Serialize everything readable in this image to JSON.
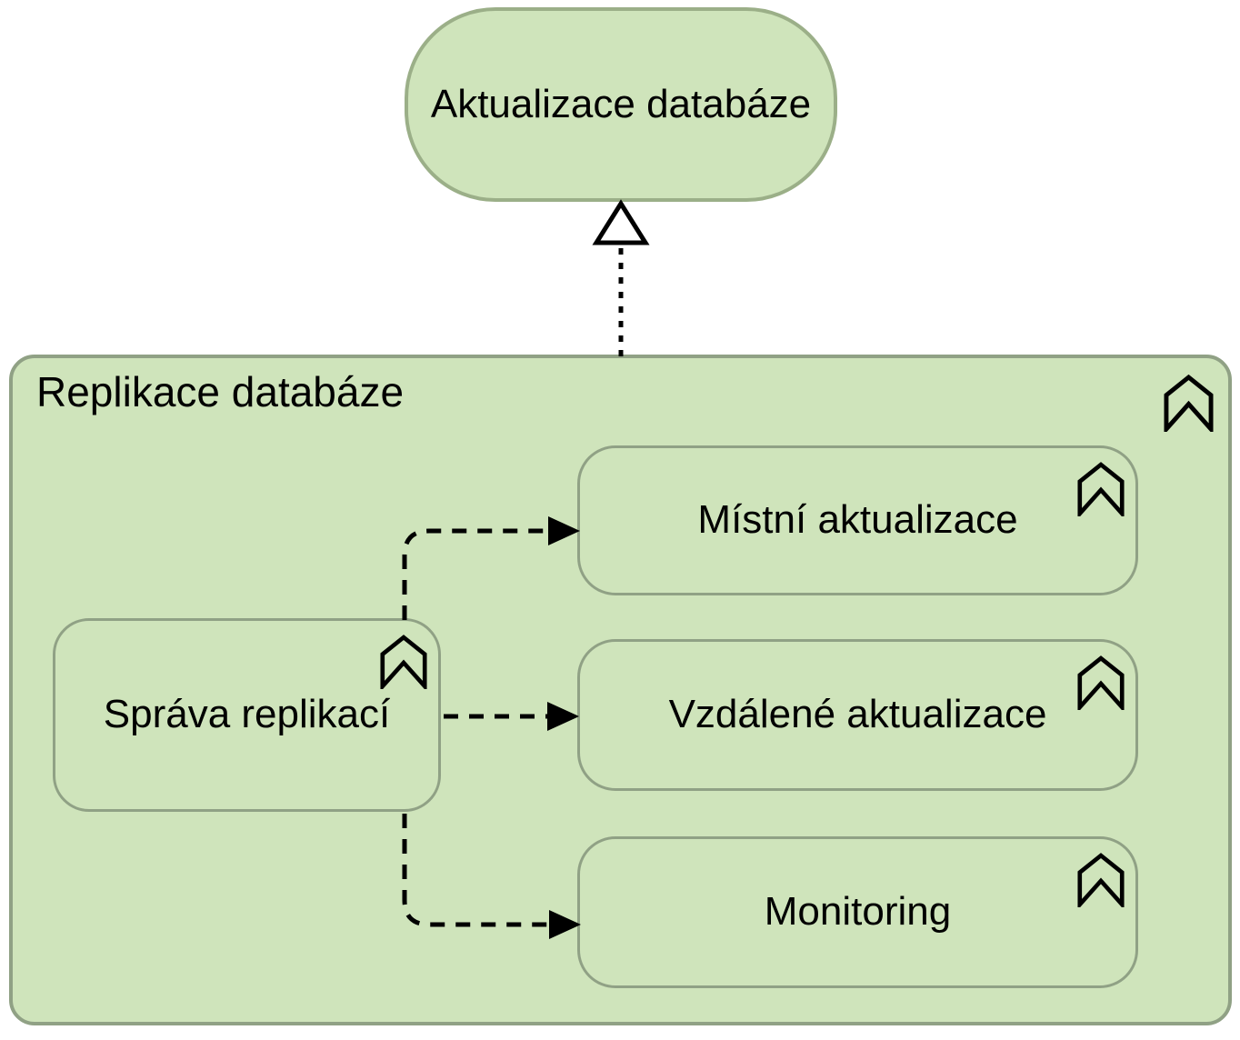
{
  "colors": {
    "page_bg": "#ffffff",
    "shape_fill": "#cfe4bb",
    "shape_border": "#90a185",
    "service_border": "#9baf88",
    "connector": "#000000",
    "text": "#000000"
  },
  "nodes": {
    "service": {
      "label": "Aktualizace databáze"
    },
    "group": {
      "label": "Replikace databáze"
    },
    "sprava": {
      "label": "Správa replikací"
    },
    "mistni": {
      "label": "Místní aktualizace"
    },
    "vzdalene": {
      "label": "Vzdálené aktualizace"
    },
    "monitoring": {
      "label": "Monitoring"
    }
  },
  "icons": {
    "process_marker": "chevron-up-outline"
  },
  "connectors": [
    {
      "from": "Replikace databáze",
      "to": "Aktualizace databáze",
      "type": "realization",
      "line": "dotted",
      "arrowhead": "hollow-triangle"
    },
    {
      "from": "Správa replikací",
      "to": "Místní aktualizace",
      "type": "flow",
      "line": "dashed",
      "arrowhead": "filled-triangle"
    },
    {
      "from": "Správa replikací",
      "to": "Vzdálené aktualizace",
      "type": "flow",
      "line": "dashed",
      "arrowhead": "filled-triangle"
    },
    {
      "from": "Správa replikací",
      "to": "Monitoring",
      "type": "flow",
      "line": "dashed",
      "arrowhead": "filled-triangle"
    }
  ]
}
